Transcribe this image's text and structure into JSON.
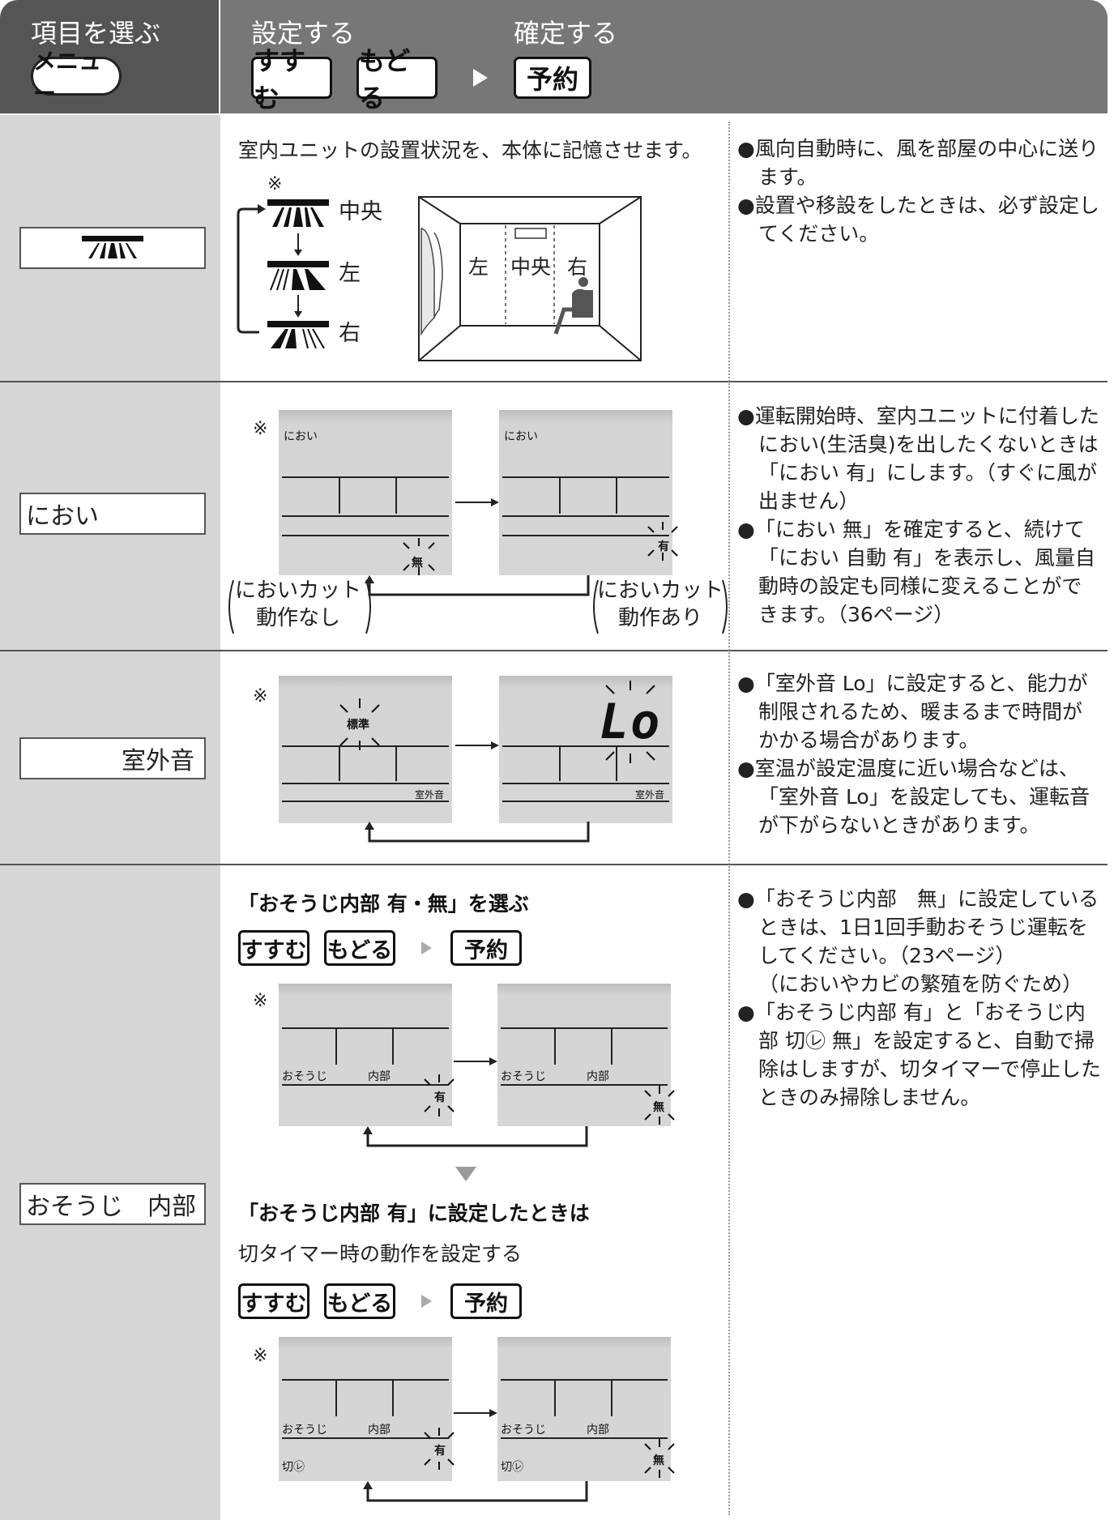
{
  "header": {
    "col1_title": "項目を選ぶ",
    "menu_button": "メニュー",
    "col2_title": "設定する",
    "col3_title": "確定する",
    "key_susumu": "すすむ",
    "key_modoru": "もどる",
    "key_yoyaku": "予約"
  },
  "rows": {
    "louver": {
      "description": "室内ユニットの設置状況を、本体に記憶させます。",
      "asterisk": "※",
      "positions": [
        "中央",
        "左",
        "右"
      ],
      "room_labels": [
        "左",
        "中央",
        "右"
      ],
      "notes": [
        "●風向自動時に、風を部屋の中心に送ります。",
        "●設置や移設をしたときは、必ず設定してください。"
      ]
    },
    "nioi": {
      "label": "におい",
      "asterisk": "※",
      "panel_label": "におい",
      "panel1_value": "無",
      "panel2_value": "有",
      "caption_left_1": "においカット",
      "caption_left_2": "動作なし",
      "caption_right_1": "においカット",
      "caption_right_2": "動作あり",
      "notes": [
        "●運転開始時、室内ユニットに付着したにおい(生活臭)を出したくないときは「におい 有」にします。（すぐに風が出ません）",
        "●「におい 無」を確定すると、続けて「におい 自動 有」を表示し、風量自動時の設定も同様に変えることができます。（36ページ）"
      ]
    },
    "outdoor": {
      "label": "室外音",
      "asterisk": "※",
      "panel1_value": "標準",
      "panel2_value": "Lo",
      "panel_tag": "室外音",
      "notes": [
        "●「室外音 Lo」に設定すると、能力が制限されるため、暖まるまで時間がかかる場合があります。",
        "●室温が設定温度に近い場合などは、「室外音 Lo」を設定しても、運転音が下がらないときがあります。"
      ]
    },
    "cleaning": {
      "label": "おそうじ　内部",
      "heading1": "「おそうじ内部 有・無」を選ぶ",
      "heading2": "「おそうじ内部 有」に設定したときは",
      "subtext": "切タイマー時の動作を設定する",
      "asterisk": "※",
      "panel_label_a": "おそうじ",
      "panel_label_b": "内部",
      "panel_timer": "切㋹",
      "value_on": "有",
      "value_off": "無",
      "notes": [
        "●「おそうじ内部　無」に設定しているときは、1日1回手動おそうじ運転をしてください。（23ページ）",
        "（においやカビの繁殖を防ぐため）",
        "●「おそうじ内部 有」と「おそうじ内部 切㋹ 無」を設定すると、自動で掃除はしますが、切タイマーで停止したときのみ掃除しません。"
      ]
    }
  }
}
